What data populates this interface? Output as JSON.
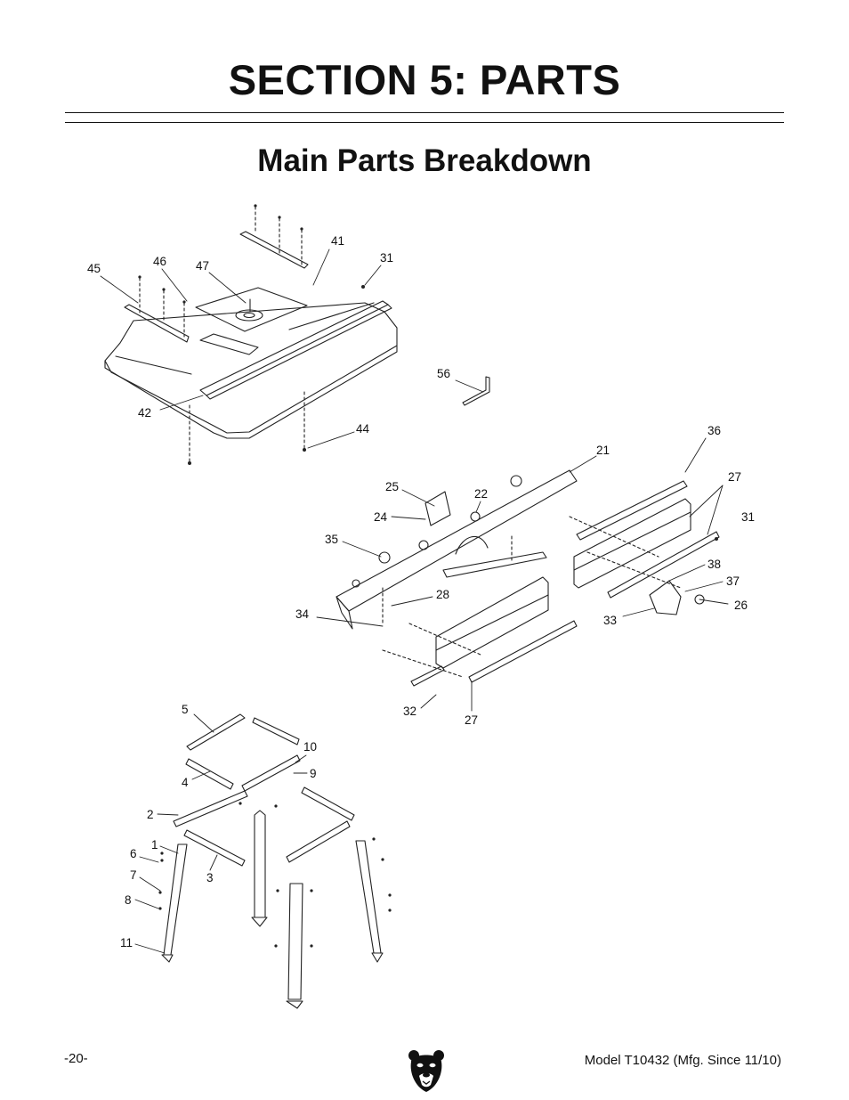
{
  "header": {
    "section_title": "SECTION 5: PARTS",
    "subtitle": "Main Parts Breakdown"
  },
  "diagram": {
    "callouts": [
      "45",
      "46",
      "47",
      "41",
      "31",
      "42",
      "44",
      "56",
      "36",
      "21",
      "27",
      "25",
      "22",
      "24",
      "31",
      "35",
      "38",
      "28",
      "37",
      "26",
      "34",
      "33",
      "32",
      "27",
      "5",
      "10",
      "9",
      "4",
      "2",
      "1",
      "6",
      "3",
      "7",
      "8",
      "11"
    ]
  },
  "footer": {
    "page_number": "-20-",
    "model": "Model T10432 (Mfg. Since 11/10)",
    "logo_icon": "bear-head-icon"
  }
}
